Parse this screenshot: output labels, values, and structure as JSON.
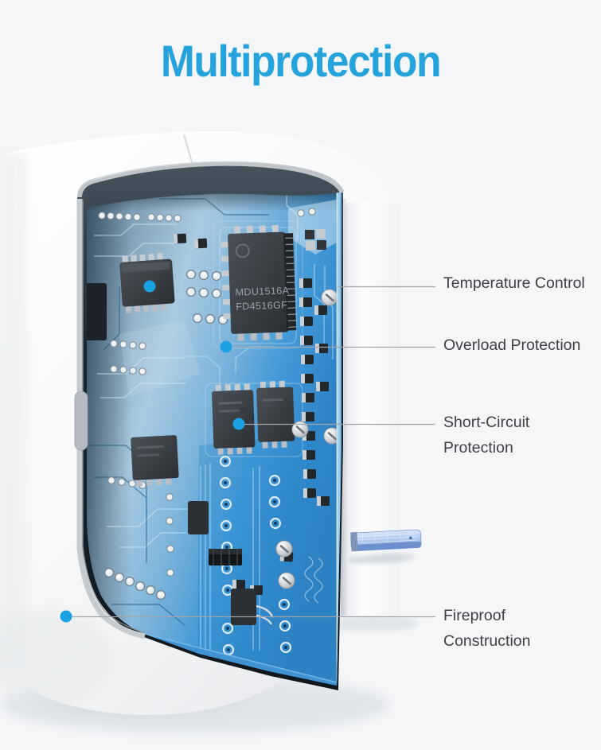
{
  "title": {
    "text": "Multiprotection",
    "color": "#25A3DD"
  },
  "callouts": [
    {
      "id": "temperature-control",
      "label": "Temperature Control"
    },
    {
      "id": "overload-protection",
      "label": "Overload Protection"
    },
    {
      "id": "short-circuit-protection",
      "label": "Short-Circuit Protection"
    },
    {
      "id": "fireproof-construction",
      "label": "Fireproof Construction"
    }
  ],
  "board": {
    "chip_marking_line1": "MDU1516A",
    "chip_marking_line2": "FD4516GF"
  },
  "colors": {
    "background": "#F5F6F8",
    "accent_blue": "#25A3DD",
    "callout_dot": "#1BA2E2",
    "callout_line": "#A2A6AA",
    "label_text": "#3D4145",
    "pcb_blue": "#3E93D2"
  }
}
